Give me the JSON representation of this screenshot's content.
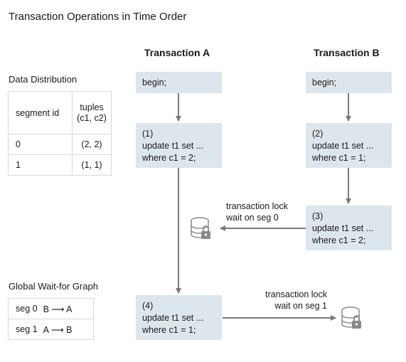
{
  "title": "Transaction Operations in Time Order",
  "columns": {
    "a": "Transaction A",
    "b": "Transaction B"
  },
  "data_distribution": {
    "label": "Data Distribution",
    "headers": [
      "segment id",
      "tuples\n(c1, c2)"
    ],
    "rows": [
      [
        "0",
        "(2, 2)"
      ],
      [
        "1",
        "(1, 1)"
      ]
    ]
  },
  "wait_for_graph": {
    "label": "Global Wait-for Graph",
    "rows": [
      {
        "seg": "seg 0",
        "edge": "B ⟶ A"
      },
      {
        "seg": "seg 1",
        "edge": "A ⟶ B"
      }
    ]
  },
  "txn_a": {
    "begin": "begin;",
    "op1": {
      "num": "(1)",
      "line1": "update t1 set ...",
      "line2": "where c1 = 2;"
    },
    "op4": {
      "num": "(4)",
      "line1": "update t1 set ...",
      "line2": "where c1 = 1;"
    }
  },
  "txn_b": {
    "begin": "begin;",
    "op2": {
      "num": "(2)",
      "line1": "update t1 set ...",
      "line2": "where c1 = 1;"
    },
    "op3": {
      "num": "(3)",
      "line1": "update t1 set ...",
      "line2": "where c1 = 2;"
    }
  },
  "locks": {
    "lock1": {
      "line1": "transaction lock",
      "line2": "wait on seg 0"
    },
    "lock2": {
      "line1": "transaction lock",
      "line2": "wait on seg 1"
    }
  },
  "icons": {
    "lock_db": "database-lock-icon"
  },
  "colors": {
    "box_fill": "#dde6ec",
    "arrow": "#7a7a7a",
    "icon": "#8a8a8a"
  }
}
